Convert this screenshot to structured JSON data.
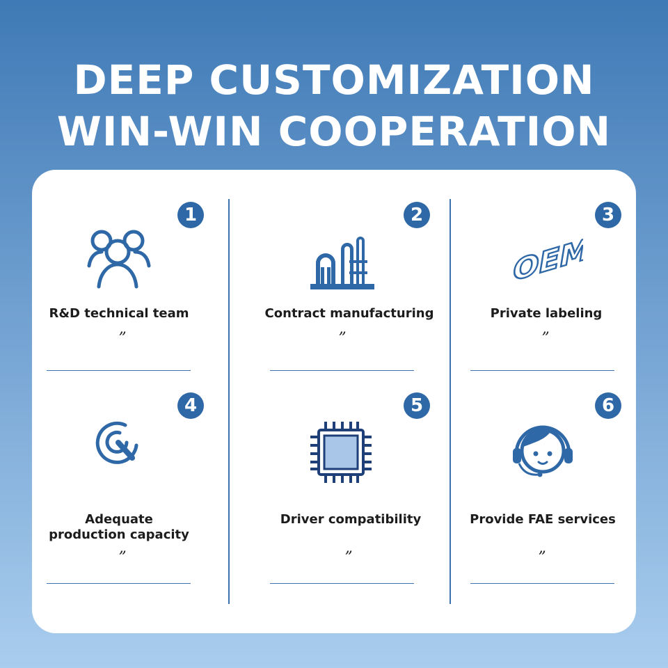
{
  "headline": {
    "line1": "DEEP CUSTOMIZATION",
    "line2": "WIN-WIN COOPERATION"
  },
  "features": [
    {
      "number": "1",
      "label": "R&D technical team",
      "mark": "”",
      "icon": "team-icon"
    },
    {
      "number": "2",
      "label": "Contract manufacturing",
      "mark": "”",
      "icon": "factory-icon"
    },
    {
      "number": "3",
      "label": "Private labeling",
      "mark": "”",
      "icon": "oem-icon",
      "icon_text": "OEM"
    },
    {
      "number": "4",
      "label": "Adequate production capacity",
      "mark": "”",
      "icon": "gauge-icon"
    },
    {
      "number": "5",
      "label": "Driver compatibility",
      "mark": "”",
      "icon": "chip-icon"
    },
    {
      "number": "6",
      "label": "Provide FAE services",
      "mark": "”",
      "icon": "support-agent-icon"
    }
  ],
  "colors": {
    "accent": "#2f68a6",
    "chip_fill": "#a9c6e8",
    "background_top": "#3f7ab6",
    "background_bottom": "#a9cdee"
  }
}
